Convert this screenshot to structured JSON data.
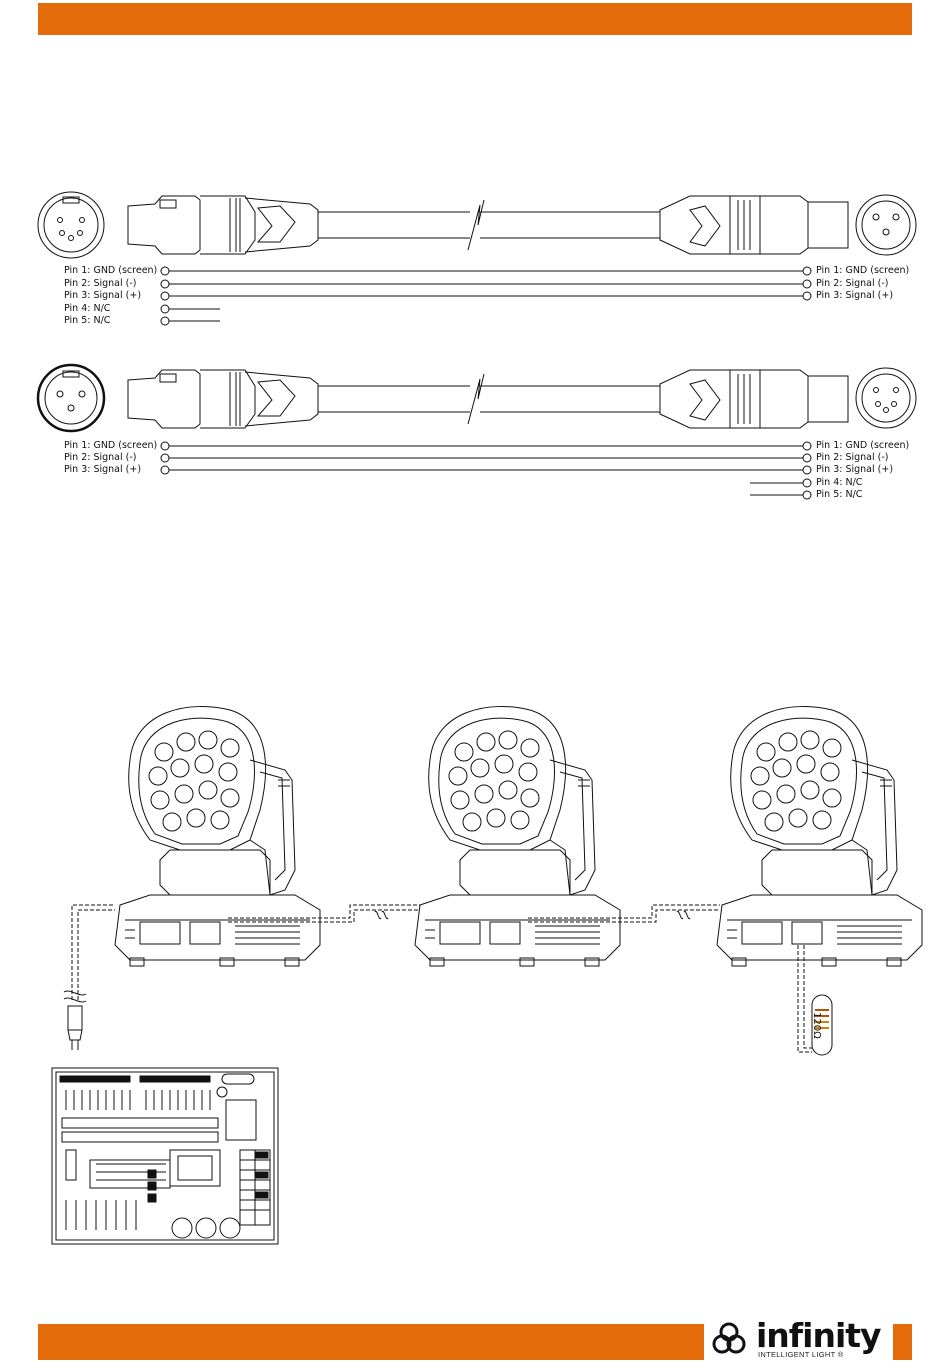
{
  "cable1": {
    "left_pins": [
      "Pin 1: GND (screen)",
      "Pin 2: Signal (-)",
      "Pin 3: Signal (+)",
      "Pin 4: N/C",
      "Pin 5: N/C"
    ],
    "right_pins": [
      "Pin 1: GND (screen)",
      "Pin 2: Signal (-)",
      "Pin 3: Signal (+)"
    ]
  },
  "cable2": {
    "left_pins": [
      "Pin 1: GND (screen)",
      "Pin 2: Signal (-)",
      "Pin 3: Signal (+)"
    ],
    "right_pins": [
      "Pin 1: GND (screen)",
      "Pin 2: Signal (-)",
      "Pin 3: Signal (+)",
      "Pin 4: N/C",
      "Pin 5: N/C"
    ]
  },
  "terminator": {
    "label": "120Ω"
  },
  "logo": {
    "word": "infinity",
    "tagline": "INTELLIGENT LIGHT ®"
  },
  "colors": {
    "accent": "#e46c0a"
  }
}
